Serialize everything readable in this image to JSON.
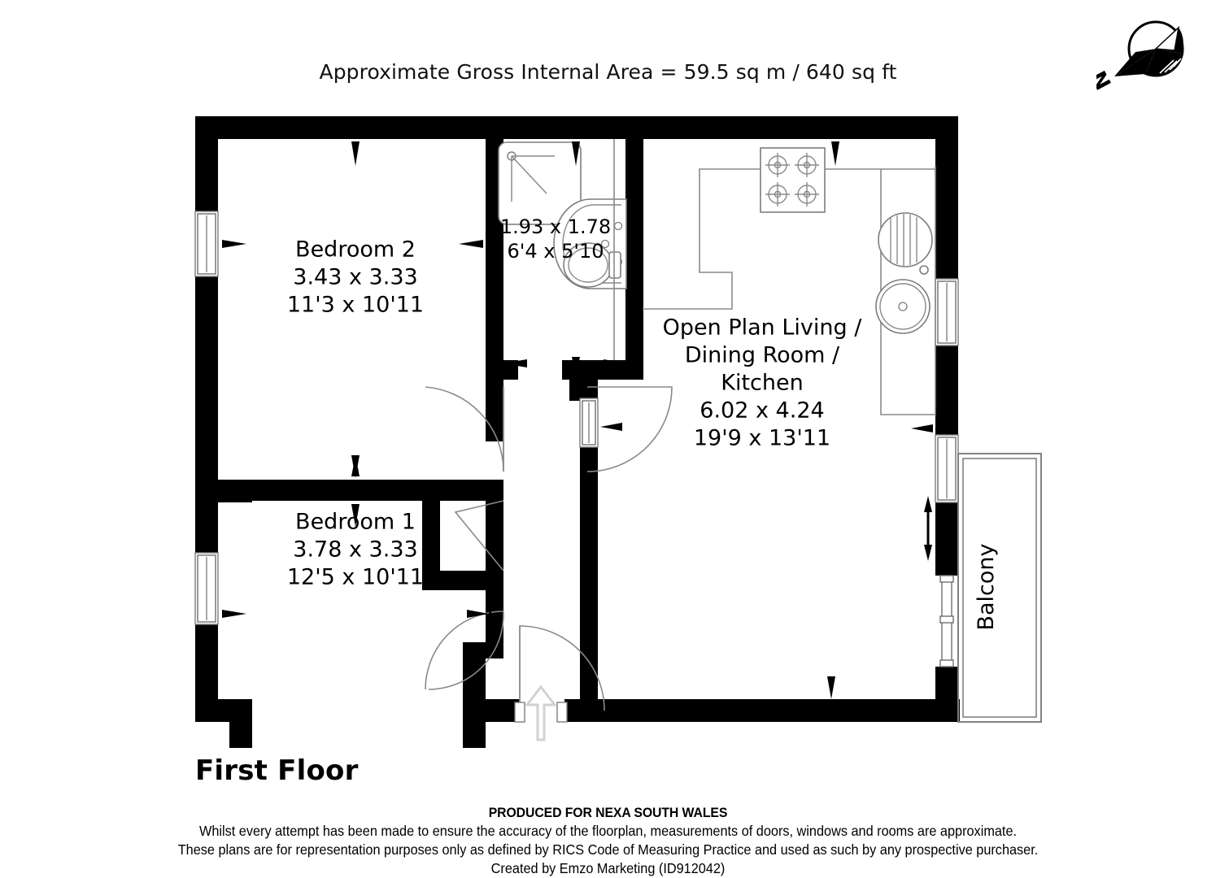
{
  "header": {
    "area_text": "Approximate Gross Internal Area = 59.5 sq m / 640 sq ft"
  },
  "compass": {
    "icon_name": "compass-rose-icon",
    "north_letter": "N"
  },
  "floor_title": "First Floor",
  "rooms": [
    {
      "key": "bedroom2",
      "name": "Bedroom 2",
      "metric": "3.43 x 3.33",
      "imperial": "11'3 x 10'11"
    },
    {
      "key": "bathroom",
      "name": "",
      "metric": "1.93 x 1.78",
      "imperial": "6'4 x 5'10"
    },
    {
      "key": "living",
      "name_line1": "Open Plan Living /",
      "name_line2": "Dining Room /",
      "name_line3": "Kitchen",
      "metric": "6.02 x 4.24",
      "imperial": "19'9 x 13'11"
    },
    {
      "key": "bedroom1",
      "name": "Bedroom 1",
      "metric": "3.78 x 3.33",
      "imperial": "12'5 x 10'11"
    },
    {
      "key": "balcony",
      "name": "Balcony"
    }
  ],
  "fixtures": [
    {
      "name": "shower-tray-icon",
      "room": "bathroom"
    },
    {
      "name": "wash-basin-icon",
      "room": "bathroom"
    },
    {
      "name": "toilet-icon",
      "room": "bathroom"
    },
    {
      "name": "hob-cooktop-icon",
      "room": "living"
    },
    {
      "name": "sink-drainer-icon",
      "room": "living"
    },
    {
      "name": "sink-bowl-icon",
      "room": "living"
    }
  ],
  "footer": {
    "produced_for": "PRODUCED FOR NEXA SOUTH WALES",
    "disclaimer_line1": "Whilst every attempt has been made to ensure the accuracy of the floorplan, measurements of doors, windows and rooms are approximate.",
    "disclaimer_line2": "These plans are for representation purposes only as defined by RICS Code of Measuring Practice and used as such by any prospective purchaser.",
    "created_by": "Created by Emzo Marketing (ID912042)"
  },
  "colors": {
    "wall": "#000000",
    "background": "#ffffff",
    "thin_line": "#8a8a8a",
    "entrance_arrow": "#d2d2d2"
  }
}
